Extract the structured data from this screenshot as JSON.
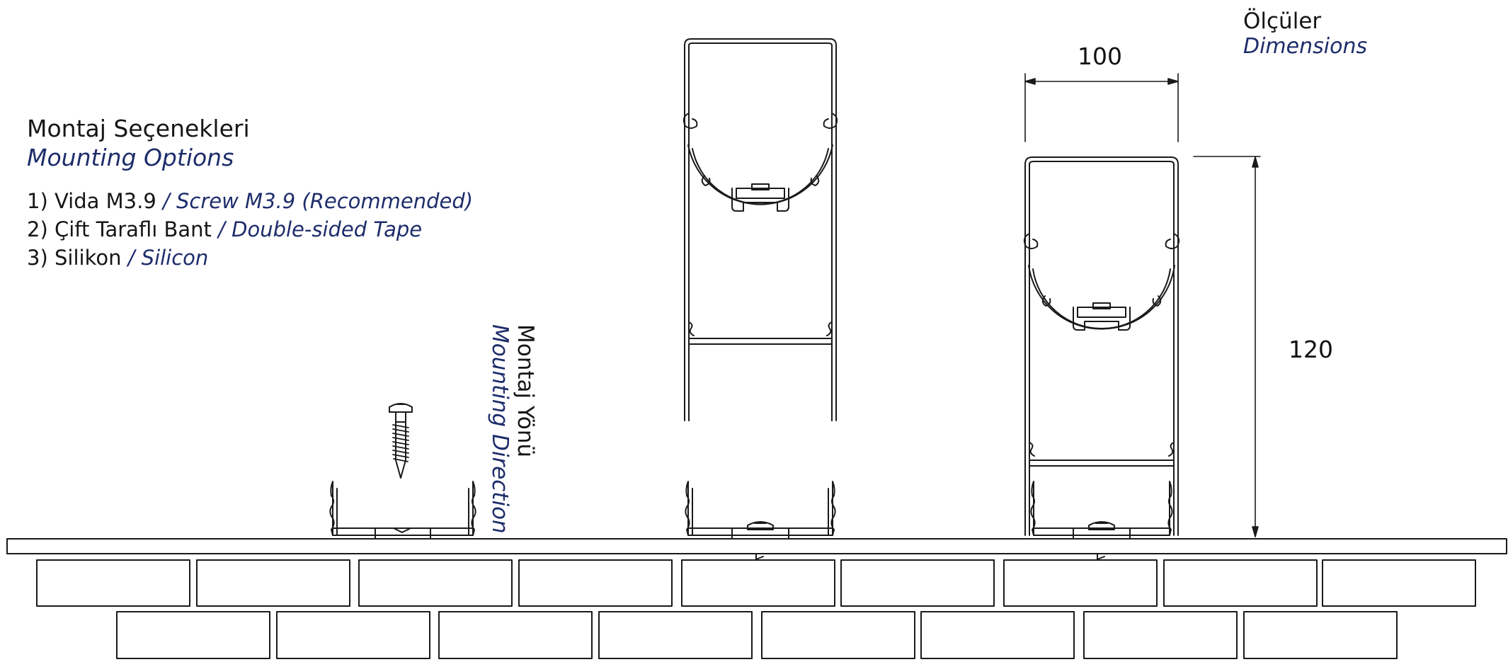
{
  "mounting_options": {
    "title_tr": "Montaj Seçenekleri",
    "title_en": "Mounting Options",
    "items": [
      {
        "tr": "1) Vida M3.9 ",
        "en": "/ Screw M3.9 (Recommended)"
      },
      {
        "tr": "2) Çift Taraflı Bant ",
        "en": "/ Double-sided Tape"
      },
      {
        "tr": "3) Silikon ",
        "en": "/ Silicon"
      }
    ]
  },
  "mounting_direction": {
    "tr": "Montaj Yönü",
    "en": "Mounting Direction"
  },
  "dimensions": {
    "title_tr": "Ölçüler",
    "title_en": "Dimensions",
    "width": "100",
    "height": "120"
  },
  "colors": {
    "line": "#1a1a1a",
    "english_text": "#1e2d6b"
  }
}
